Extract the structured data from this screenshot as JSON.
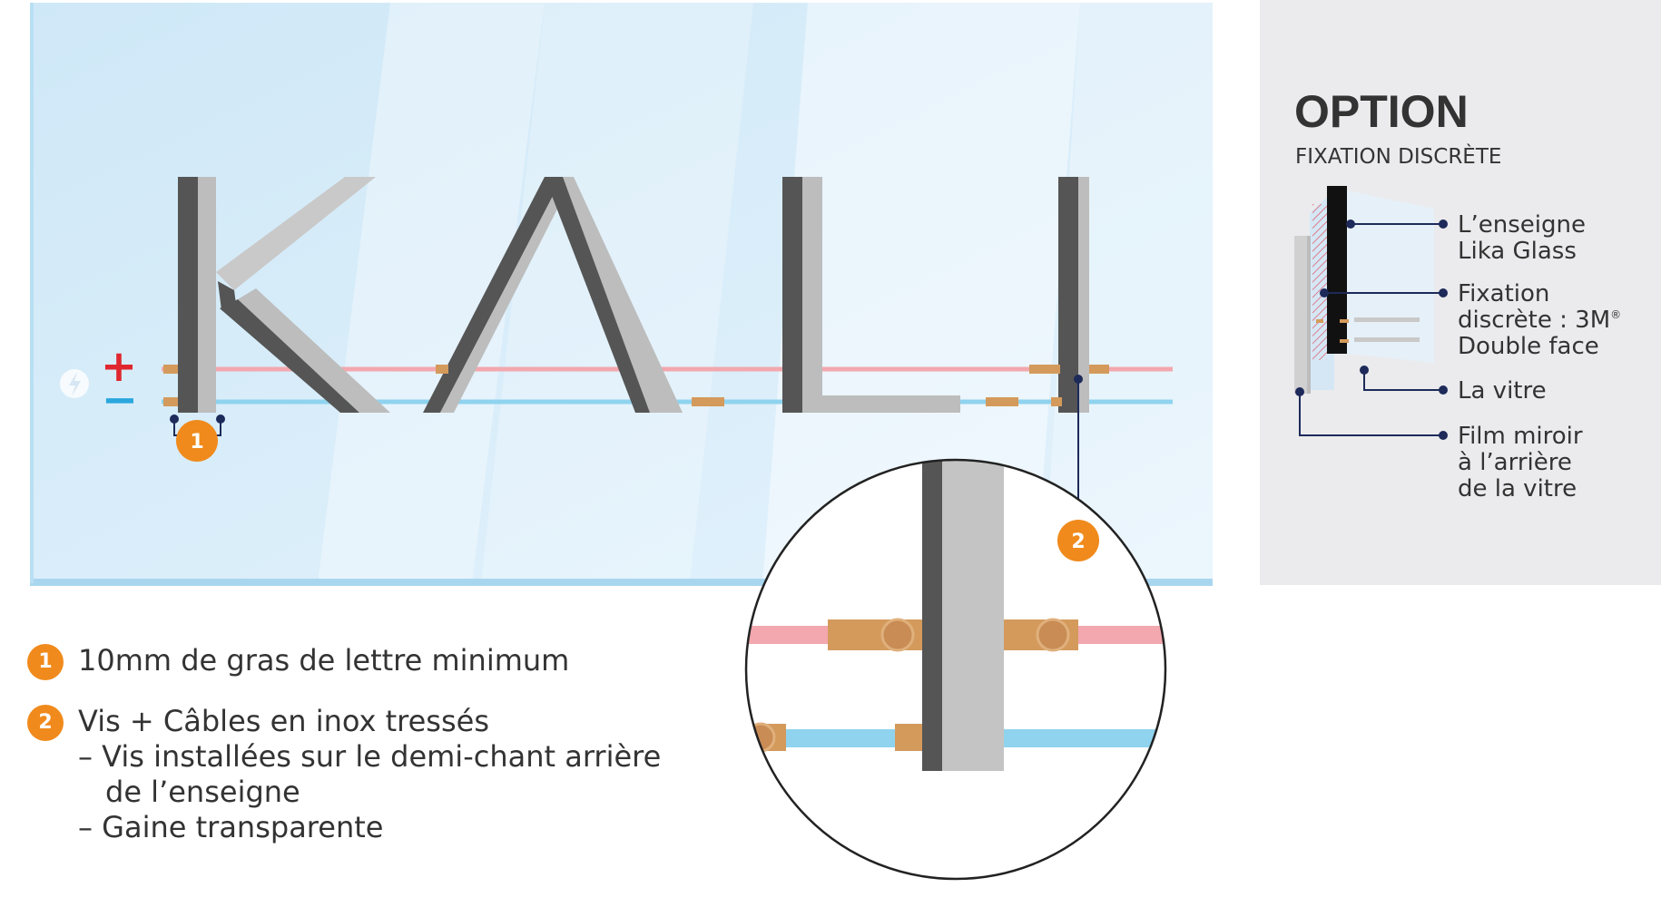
{
  "signage": {
    "letters": [
      "K",
      "A",
      "L",
      "I"
    ]
  },
  "power": {
    "plus": "+",
    "minus": "−"
  },
  "markers": {
    "one": "1",
    "two": "2"
  },
  "option": {
    "title": "OPTION",
    "subtitle": "FIXATION DISCRÈTE",
    "labels": {
      "enseigne": [
        "L’enseigne",
        "Lika Glass"
      ],
      "fixation": [
        "Fixation",
        "discrète : 3M",
        "Double face"
      ],
      "fixation_sup": "®",
      "vitre": "La vitre",
      "film": [
        "Film miroir",
        "à l’arrière",
        "de la vitre"
      ]
    }
  },
  "legend": {
    "item1": {
      "badge": "1",
      "text": "10mm de gras de lettre minimum"
    },
    "item2": {
      "badge": "2",
      "text": "Vis + Câbles en inox tressés",
      "sub1": "– Vis installées sur le demi-chant arrière",
      "sub1b": "de l’enseigne",
      "sub2": "– Gaine transparente"
    }
  },
  "colors": {
    "accent_orange": "#f08a1c",
    "cable_positive": "#f2a8ae",
    "cable_negative": "#8fd3ee",
    "glass": "#d9eefb",
    "panel_bg": "#ebebed",
    "screw": "#d49a5c",
    "letter_face": "#bdbdbd",
    "letter_side": "#555555"
  }
}
